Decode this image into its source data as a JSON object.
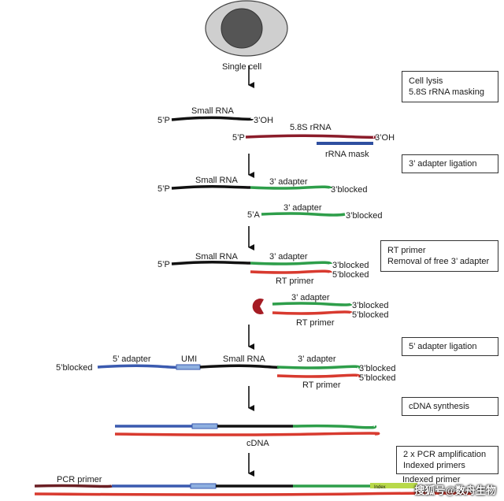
{
  "colors": {
    "rna": "#111111",
    "adapter3": "#2e9e4a",
    "rrna": "#8b1c2a",
    "mask": "#2f4fa0",
    "primer": "#d83a2f",
    "adapter5": "#3a5aaf",
    "umi": "#8fb0e0",
    "blocker": "#a51c24",
    "index": "#b8d94a",
    "pcr_primer": "#6b1f24"
  },
  "cell": {
    "label": "Single cell"
  },
  "steps": {
    "lysis": [
      "Cell lysis",
      "5.8S rRNA masking"
    ],
    "ligation3": [
      "3’ adapter ligation"
    ],
    "rt": [
      "RT primer",
      "Removal of free 3’ adapter"
    ],
    "ligation5": [
      "5’ adapter ligation"
    ],
    "cdna": [
      "cDNA synthesis"
    ],
    "pcr": [
      "2 x PCR amplification",
      "Indexed primers"
    ]
  },
  "labels": {
    "p5": "5’P",
    "oh3": "3’OH",
    "small_rna": "Small RNA",
    "rrna_58s": "5.8S rRNA",
    "rrna_mask": "rRNA mask",
    "adapter3": "3’ adapter",
    "blocked3": "3’blocked",
    "a5": "5’A",
    "blocked5": "5’blocked",
    "rt_primer": "RT primer",
    "adapter5": "5’ adapter",
    "umi": "UMI",
    "cdna": "cDNA",
    "pcr_primer": "PCR primer",
    "indexed_primer": "Indexed primer",
    "index": "Index"
  },
  "watermark": "搜狐号@数舟生物"
}
